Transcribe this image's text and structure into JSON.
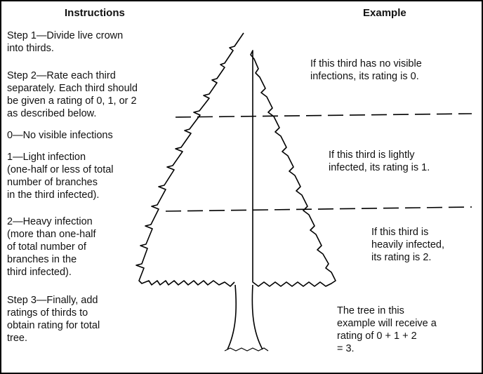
{
  "headings": {
    "instructions": "Instructions",
    "example": "Example"
  },
  "instructions": {
    "step1": "Step 1—Divide live crown\ninto thirds.",
    "step2": "Step 2—Rate each third\nseparately. Each third should\nbe given a rating of 0, 1, or 2\nas described below.",
    "rating0": "0—No visible infections",
    "rating1": "1—Light infection\n(one-half or less of total\nnumber of branches\nin the third infected).",
    "rating2": "2—Heavy infection\n(more than one-half\nof total number of\nbranches in the\nthird infected).",
    "step3": "Step 3—Finally, add\nratings of thirds to\nobtain rating for total\ntree."
  },
  "example": {
    "top_third": "If this third has no visible\ninfections, its rating is 0.",
    "middle_third": "If this third is lightly\ninfected, its rating is 1.",
    "bottom_third": "If this third is\nheavily infected,\nits rating is 2.",
    "total": "The tree in this\nexample will receive a\nrating of 0 + 1 + 2\n= 3."
  }
}
